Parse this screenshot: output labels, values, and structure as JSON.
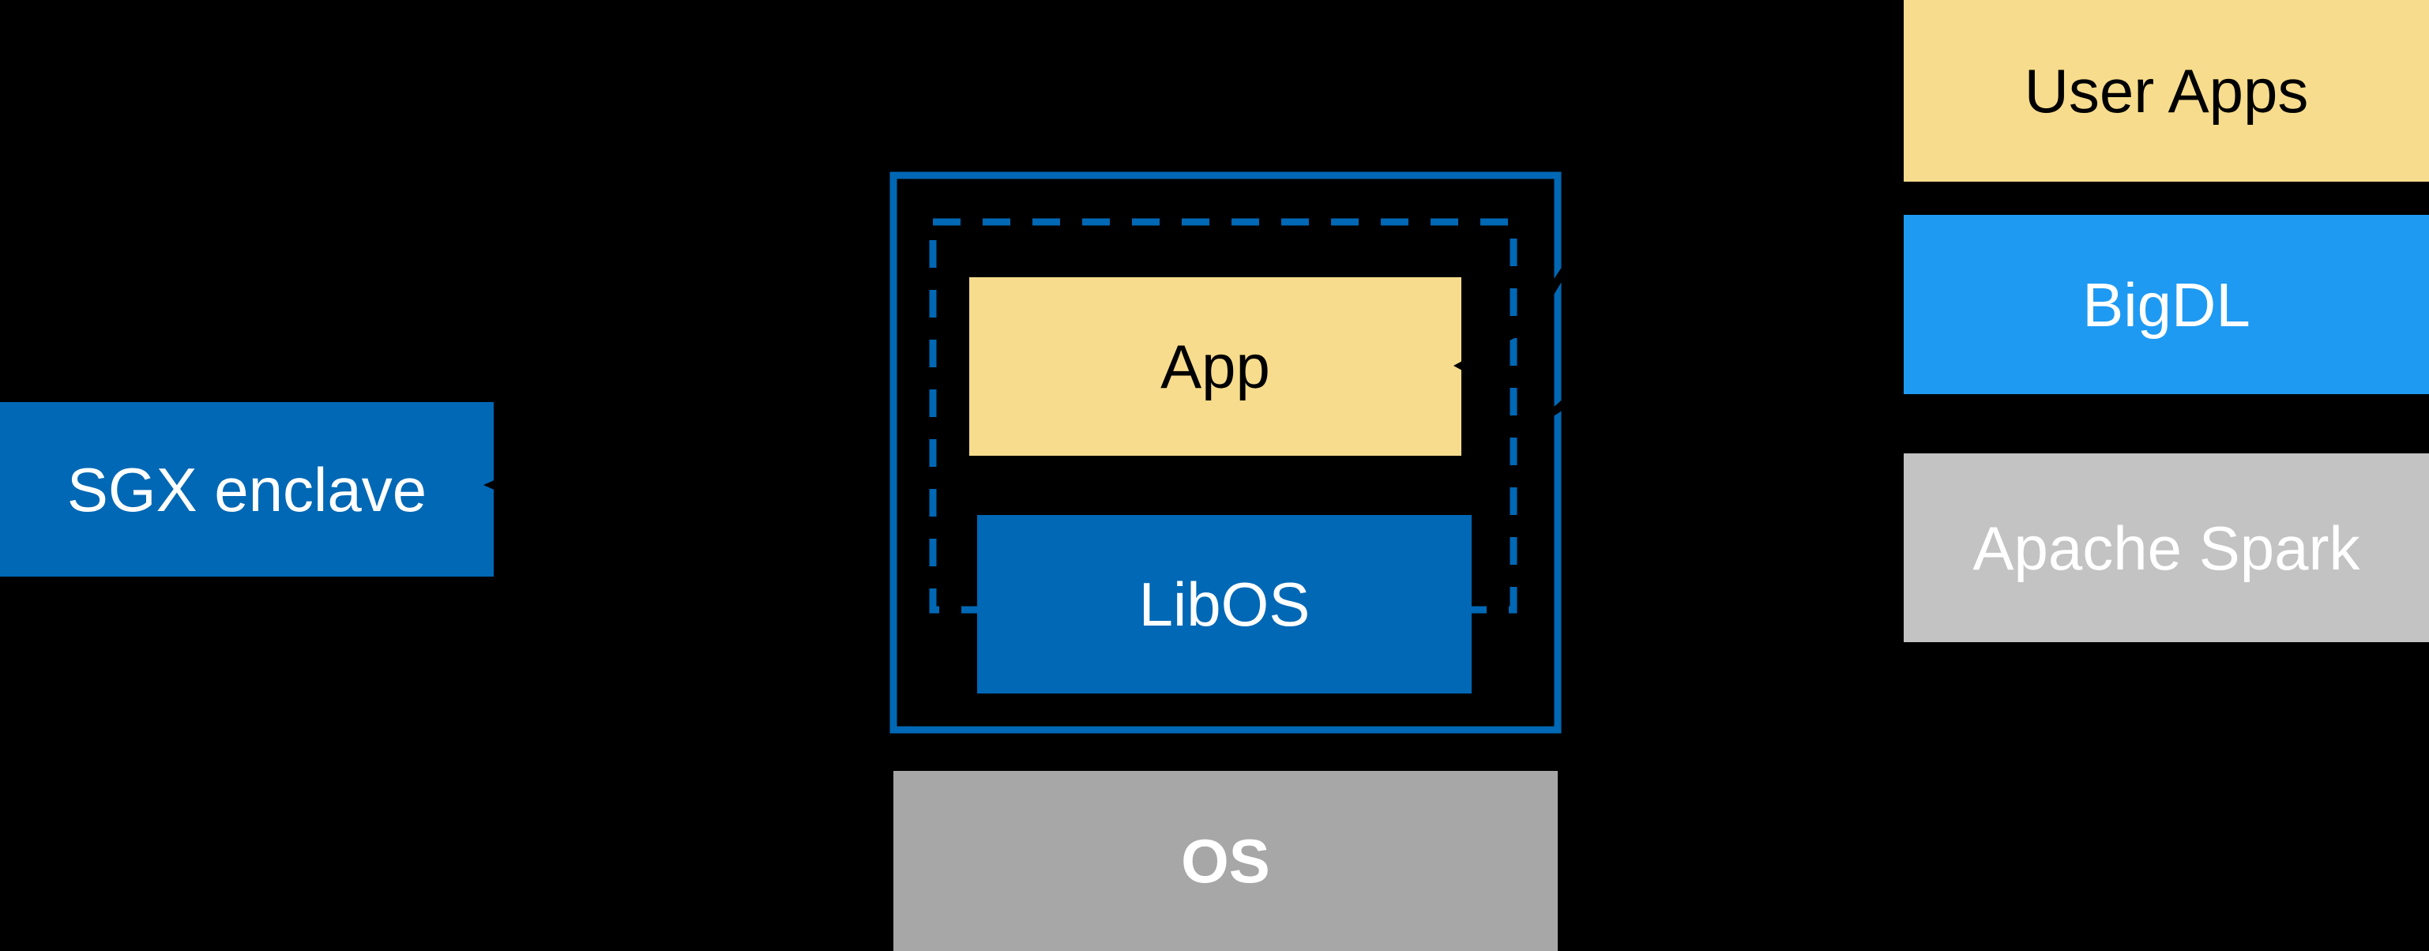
{
  "colors": {
    "bg": "#000000",
    "intel_blue": "#0068B5",
    "bright_blue": "#1E9AF3",
    "yellow": "#F6DC8C",
    "gray_light": "#C3C3C3",
    "gray_mid": "#A7A7A7",
    "black": "#000000",
    "white": "#FFFFFF"
  },
  "diagram": {
    "sgx_enclave": {
      "label": "SGX enclave"
    },
    "enclave_host": {
      "app": {
        "label": "App"
      },
      "libos": {
        "label": "LibOS"
      },
      "os": {
        "label": "OS"
      }
    },
    "software_stack": {
      "user_apps": {
        "label": "User Apps"
      },
      "bigdl": {
        "label": "BigDL"
      },
      "apache_spark": {
        "label": "Apache Spark"
      }
    }
  }
}
